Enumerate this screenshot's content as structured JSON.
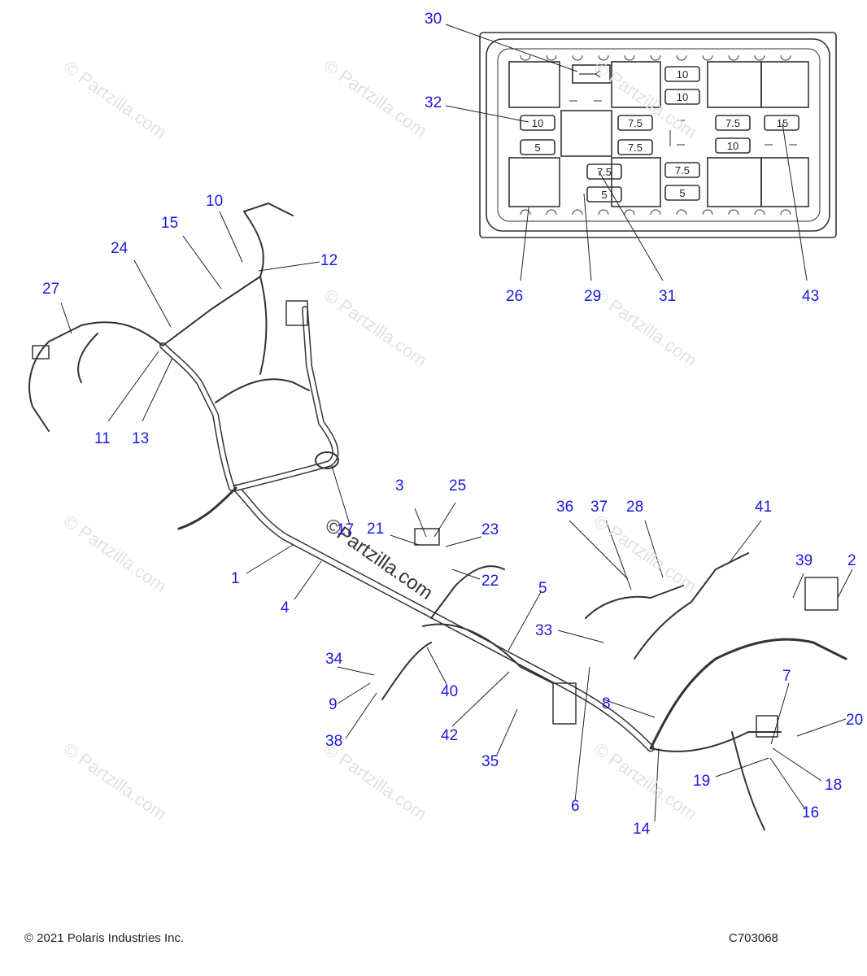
{
  "footer": {
    "copyright": "© 2021 Polaris Industries Inc.",
    "code": "C703068"
  },
  "watermark": {
    "text": "© Partzilla.com",
    "center_text": "©Partzilla.com"
  },
  "fuses": [
    "10",
    "10",
    "10",
    "5",
    "7.5",
    "7.5",
    "7.5",
    "5",
    "7.5",
    "5",
    "7.5",
    "10",
    "15"
  ],
  "callouts": [
    "1",
    "2",
    "3",
    "4",
    "5",
    "6",
    "7",
    "8",
    "9",
    "10",
    "11",
    "12",
    "13",
    "14",
    "15",
    "16",
    "17",
    "18",
    "19",
    "20",
    "21",
    "22",
    "23",
    "24",
    "25",
    "26",
    "27",
    "28",
    "29",
    "30",
    "31",
    "32",
    "33",
    "34",
    "35",
    "36",
    "37",
    "38",
    "39",
    "40",
    "41",
    "42",
    "43"
  ],
  "colors": {
    "callout": "#1a1adc",
    "line": "#222222"
  }
}
